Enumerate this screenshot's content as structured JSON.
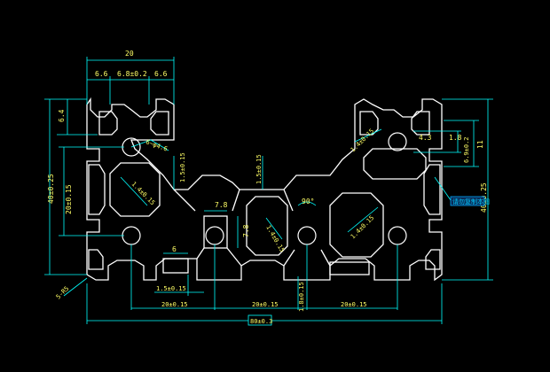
{
  "colors": {
    "background": "#000000",
    "profile": "#ffffff",
    "dimension_lines": "#00ffff",
    "dimension_text": "#ffff66",
    "tag_fill": "#00aaff"
  },
  "dimensions": {
    "top_width": "20",
    "d_6_6_left": "6.6",
    "d_6_8": "6.8±0.2",
    "d_6_6_right": "6.6",
    "d_6_4": "6.4",
    "d_6_phi": "6~φ4.6",
    "d_1_5_left": "1.5±0.15",
    "d_1_4_left": "1.4±0.15",
    "d_20_left": "20±0.15",
    "d_40_left": "40±0.25",
    "d_1_5_mid": "1.5±0.15",
    "d_7_8_h": "7.8",
    "d_7_8_v": "7.8",
    "d_1_4_mid": "1.4±0.15",
    "d_90": "90°",
    "d_1_4_right_top": "1.4±0.15",
    "d_1_4_right": "1.4±0.15",
    "d_4_3": "4.3",
    "d_1_8": "1.8",
    "d_6_9": "6.9±0.2",
    "d_11": "11",
    "d_40_right": "40±0.25",
    "d_6_bottom": "6",
    "d_5r": "5-R5",
    "d_1_5_bottom": "1.5±0.15",
    "d_20_a": "20±0.15",
    "d_20_b": "20±0.15",
    "d_20_c": "20±0.15",
    "d_1_8_bottom": "1.8±0.15",
    "d_80": "80±0.3"
  },
  "tag_label": "请勿复制本图"
}
